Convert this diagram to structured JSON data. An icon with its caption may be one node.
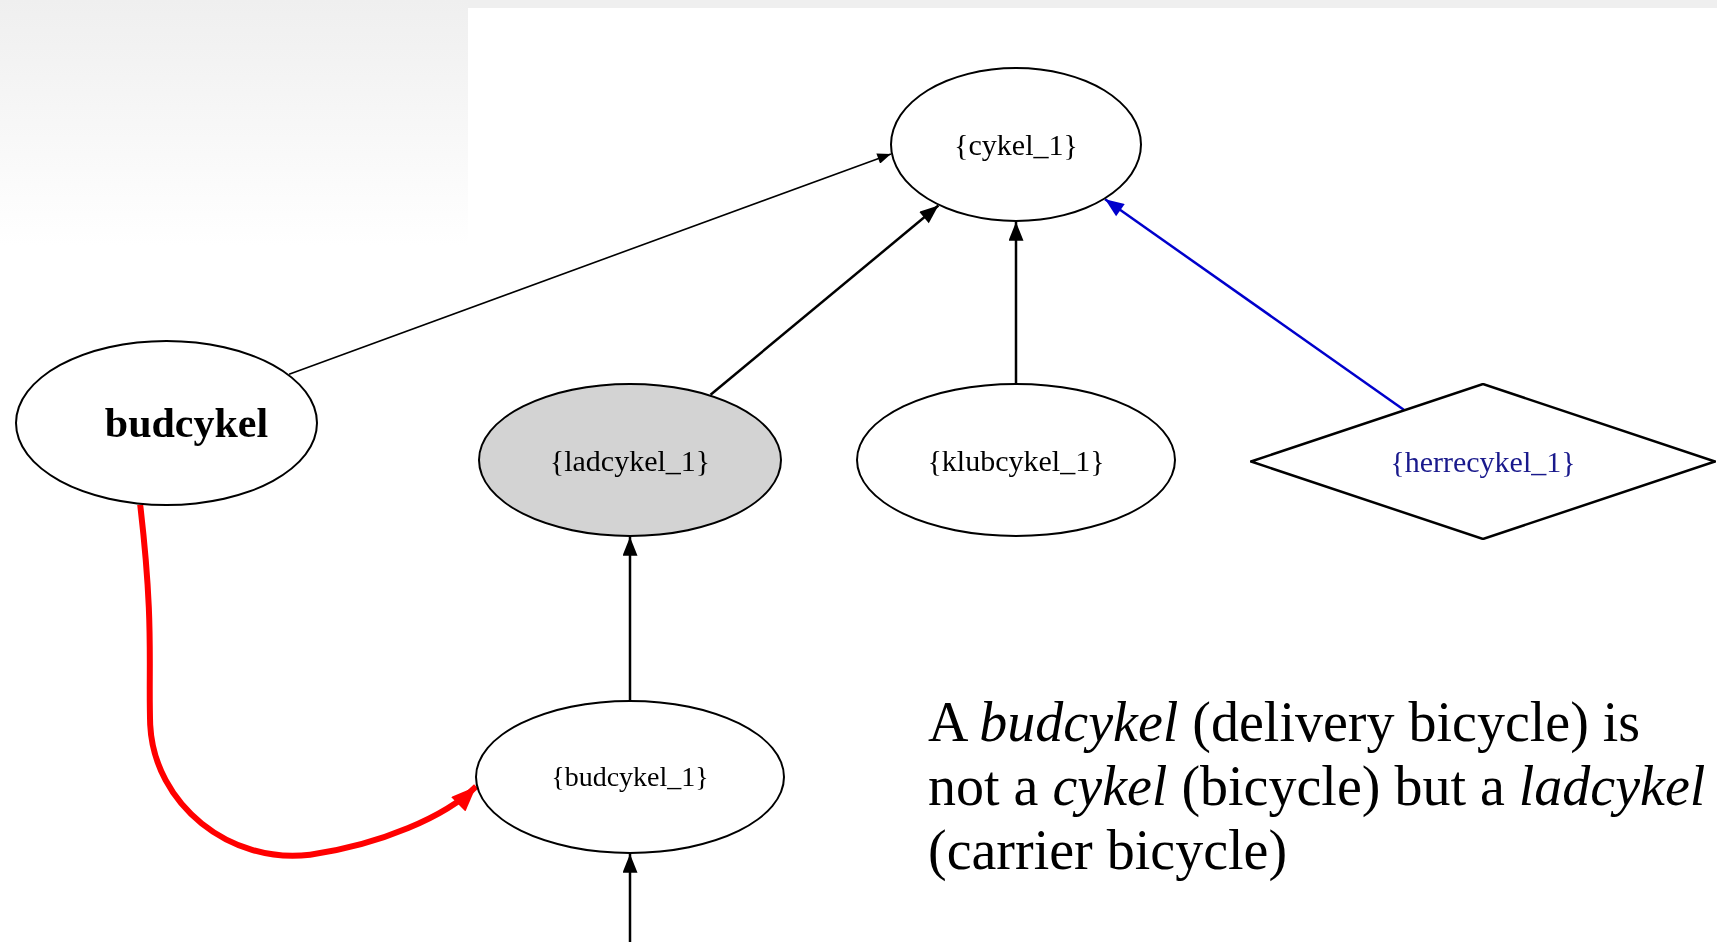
{
  "diagram": {
    "nodes": [
      {
        "text": [
          "{cykel_1}"
        ]
      },
      {
        "text": [
          "budcykel"
        ]
      },
      {
        "text": [
          "{ladcykel_1}"
        ]
      },
      {
        "text": [
          "{klubcykel_1}"
        ]
      },
      {
        "text": [
          "{herrecykel_1}"
        ]
      },
      {
        "text": [
          "{budcykel_1}"
        ]
      }
    ],
    "edges": [
      {
        "from": 1,
        "to": 0,
        "arrow": "to"
      },
      {
        "from": 2,
        "to": 0,
        "arrow": "to"
      },
      {
        "from": 3,
        "to": 0,
        "arrow": "to"
      },
      {
        "from": 4,
        "to": 0,
        "arrow": "to",
        "color": "#0000cc"
      },
      {
        "from": 5,
        "to": 2,
        "arrow": "to"
      },
      {
        "from": null,
        "to": 5,
        "arrow": "to"
      },
      {
        "from": 1,
        "to": 5,
        "arrow": "to",
        "style": "thick",
        "color": "#ff0000"
      }
    ],
    "labels": [
      "A *budcykel* (delivery bicycle) is not a *cykel* (bicycle) but a *ladcykel* (carrier bicycle)"
    ]
  }
}
